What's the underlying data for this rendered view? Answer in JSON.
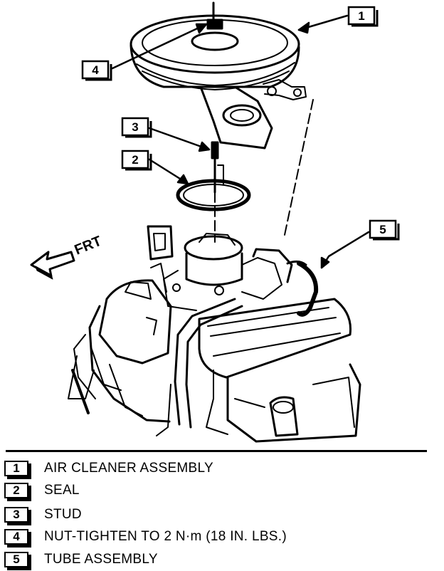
{
  "direction_label": "FRT",
  "callouts": [
    {
      "number": "1"
    },
    {
      "number": "4"
    },
    {
      "number": "3"
    },
    {
      "number": "2"
    },
    {
      "number": "5"
    }
  ],
  "legend": [
    {
      "number": "1",
      "text": "AIR CLEANER ASSEMBLY"
    },
    {
      "number": "2",
      "text": "SEAL"
    },
    {
      "number": "3",
      "text": "STUD"
    },
    {
      "number": "4",
      "text": "NUT-TIGHTEN TO 2 N·m (18 IN. LBS.)"
    },
    {
      "number": "5",
      "text": "TUBE ASSEMBLY"
    }
  ]
}
